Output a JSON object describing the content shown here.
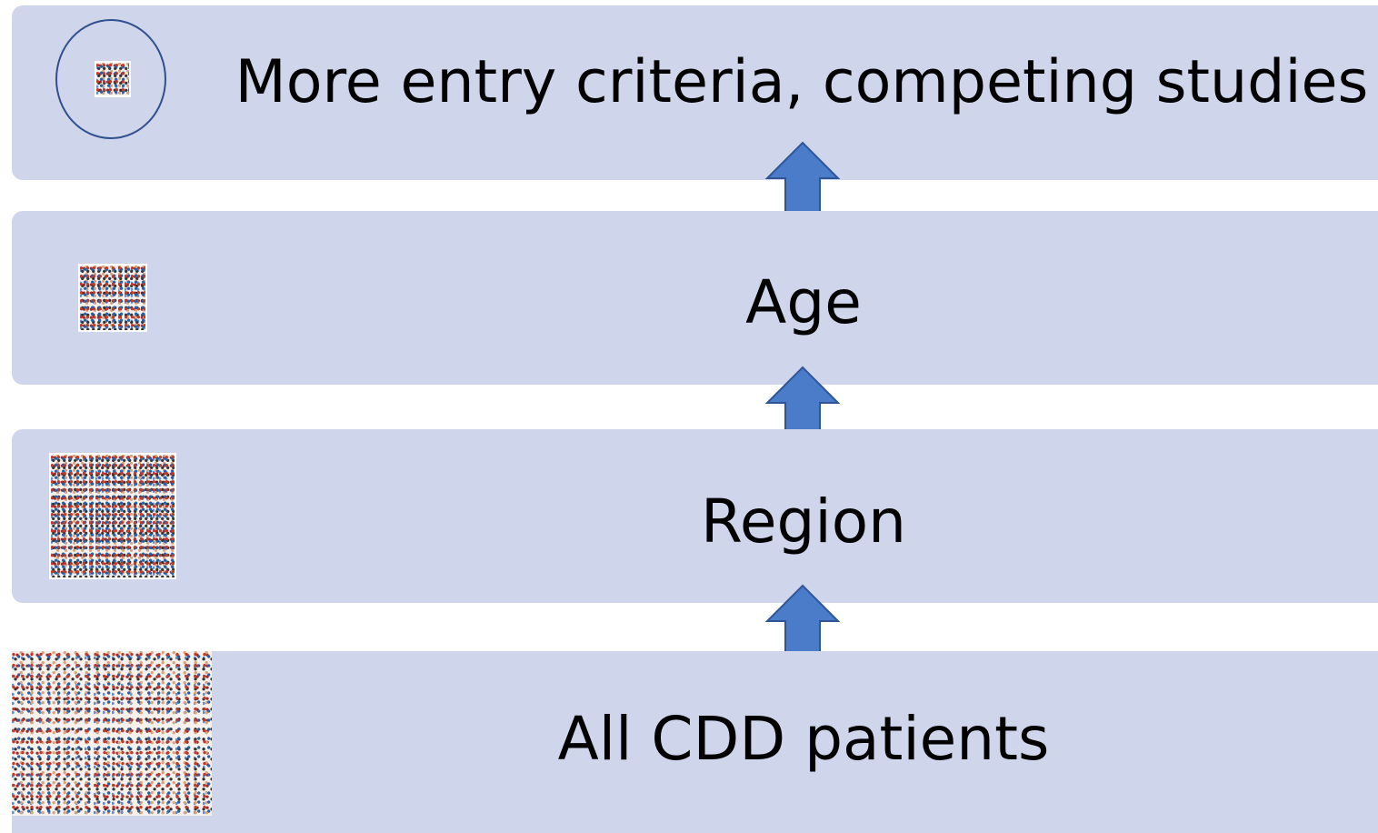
{
  "levels": [
    {
      "label": "More entry criteria, competing studies"
    },
    {
      "label": "Age"
    },
    {
      "label": "Region"
    },
    {
      "label": "All CDD patients"
    }
  ],
  "colors": {
    "band": "#cfd5eb",
    "arrow_fill": "#4a7cc9",
    "arrow_stroke": "#2f5597",
    "circle": "#2f4f8f"
  }
}
